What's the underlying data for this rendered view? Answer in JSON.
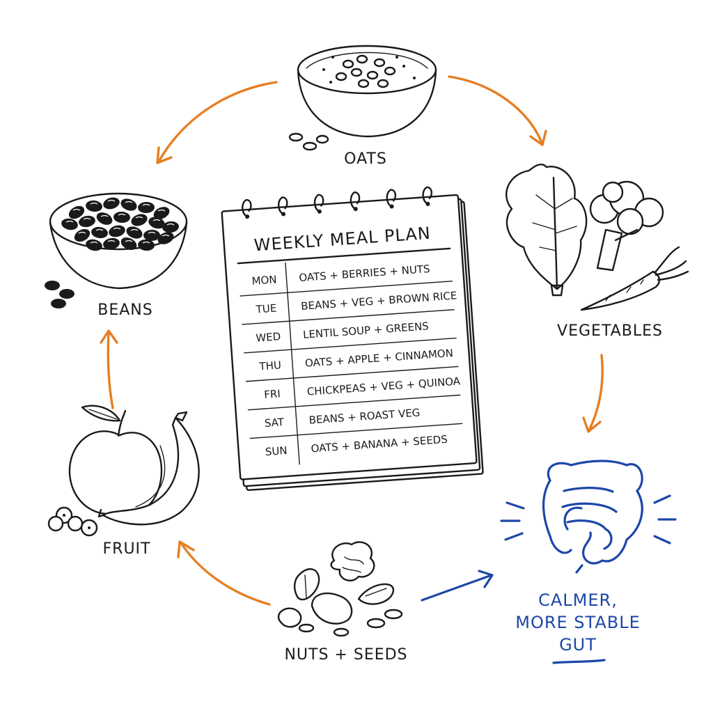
{
  "colors": {
    "arrow": "#e67e22",
    "gut": "#1c47a8",
    "ink": "#1a1a1a"
  },
  "labels": {
    "oats": "OATS",
    "beans": "BEANS",
    "vegetables": "VEGETABLES",
    "fruit": "FRUIT",
    "nuts": "NUTS + SEEDS",
    "gut_line1": "CALMER,",
    "gut_line2": "MORE STABLE",
    "gut_line3": "GUT"
  },
  "plan": {
    "title": "WEEKLY MEAL PLAN",
    "rows": [
      {
        "day": "MON",
        "meal": "OATS + BERRIES + NUTS"
      },
      {
        "day": "TUE",
        "meal": "BEANS + VEG + BROWN RICE"
      },
      {
        "day": "WED",
        "meal": "LENTIL SOUP + GREENS"
      },
      {
        "day": "THU",
        "meal": "OATS + APPLE + CINNAMON"
      },
      {
        "day": "FRI",
        "meal": "CHICKPEAS + VEG + QUINOA"
      },
      {
        "day": "SAT",
        "meal": "BEANS + ROAST VEG"
      },
      {
        "day": "SUN",
        "meal": "OATS + BANANA + SEEDS"
      }
    ]
  }
}
